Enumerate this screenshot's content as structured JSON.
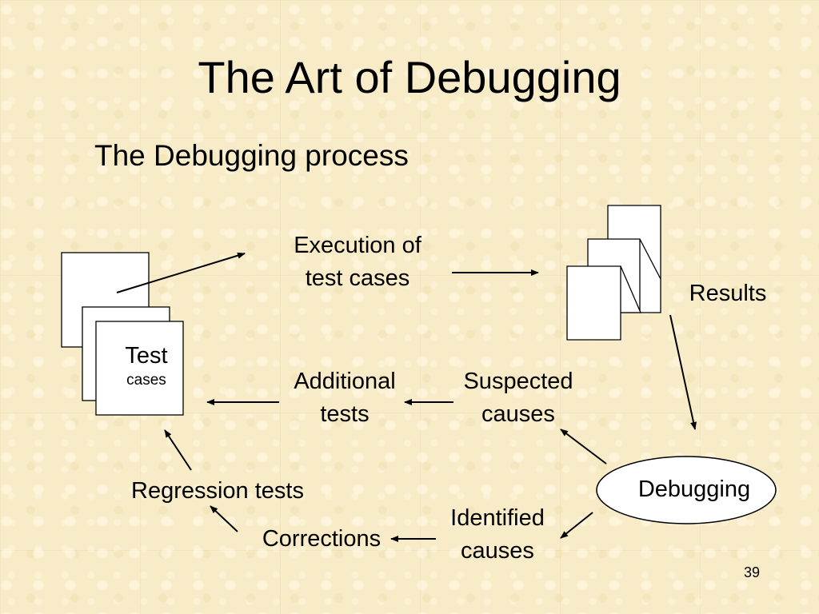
{
  "slide": {
    "title": "The Art of Debugging",
    "subtitle": "The Debugging process",
    "page_number": "39"
  },
  "diagram": {
    "test_cases_label_1": "Test",
    "test_cases_label_2": "cases",
    "execution_line_1": "Execution of",
    "execution_line_2": "test cases",
    "results": "Results",
    "additional_line_1": "Additional",
    "additional_line_2": "tests",
    "suspected_line_1": "Suspected",
    "suspected_line_2": "causes",
    "debugging": "Debugging",
    "regression_tests": "Regression tests",
    "identified_line_1": "Identified",
    "identified_line_2": "causes",
    "corrections": "Corrections"
  },
  "colors": {
    "background": "#f8ecc8",
    "ink": "#000000",
    "document_fill": "#ffffff"
  }
}
